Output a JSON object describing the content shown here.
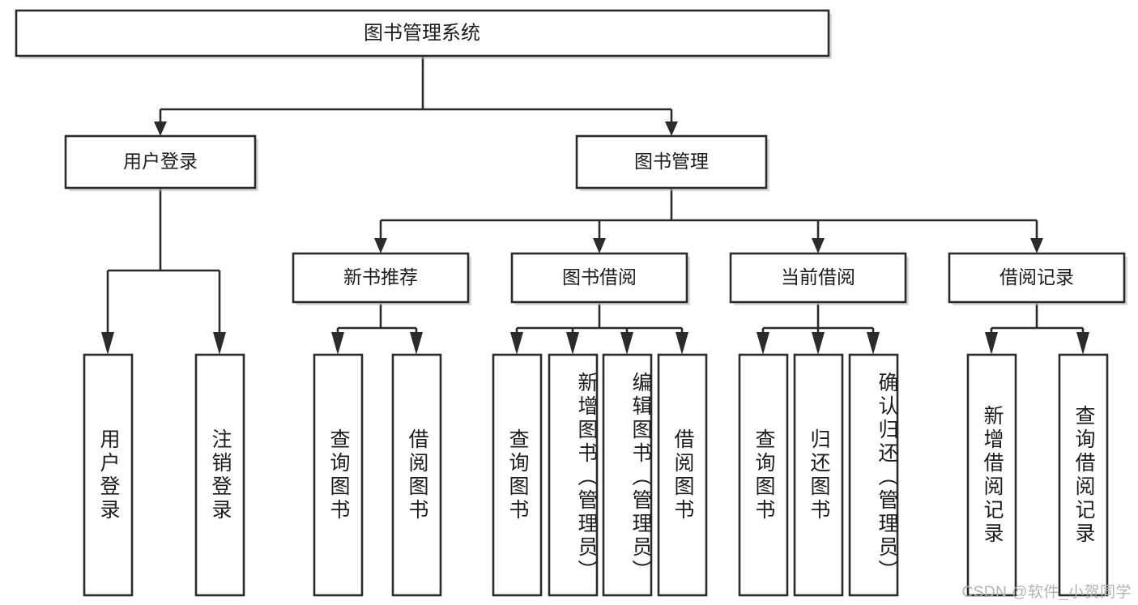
{
  "diagram": {
    "title": "图书管理系统",
    "type": "tree",
    "orientation": "top-down",
    "watermark": "CSDN @软件_小贺同学",
    "colors": {
      "box_stroke": "#2b2b2b",
      "box_fill": "#ffffff",
      "connector": "#2b2b2b",
      "label_text": "#1c1c1c",
      "watermark_text": "#b3b3b3",
      "background": "#ffffff"
    },
    "levels": {
      "root": {
        "label": "图书管理系统"
      },
      "level2": [
        {
          "label": "用户登录"
        },
        {
          "label": "图书管理"
        }
      ],
      "level3": [
        {
          "label": "新书推荐"
        },
        {
          "label": "图书借阅"
        },
        {
          "label": "当前借阅"
        },
        {
          "label": "借阅记录"
        }
      ],
      "leaves": [
        {
          "label": "用户登录",
          "parent": "用户登录"
        },
        {
          "label": "注销登录",
          "parent": "用户登录"
        },
        {
          "label": "查询图书",
          "parent": "新书推荐"
        },
        {
          "label": "借阅图书",
          "parent": "新书推荐"
        },
        {
          "label": "查询图书",
          "parent": "图书借阅"
        },
        {
          "label": "新增图书（管理员）",
          "parent": "图书借阅"
        },
        {
          "label": "编辑图书（管理员）",
          "parent": "图书借阅"
        },
        {
          "label": "借阅图书",
          "parent": "图书借阅"
        },
        {
          "label": "查询图书",
          "parent": "当前借阅"
        },
        {
          "label": "归还图书",
          "parent": "当前借阅"
        },
        {
          "label": "确认归还（管理员）",
          "parent": "当前借阅"
        },
        {
          "label": "新增借阅记录",
          "parent": "借阅记录"
        },
        {
          "label": "查询借阅记录",
          "parent": "借阅记录"
        }
      ]
    }
  }
}
